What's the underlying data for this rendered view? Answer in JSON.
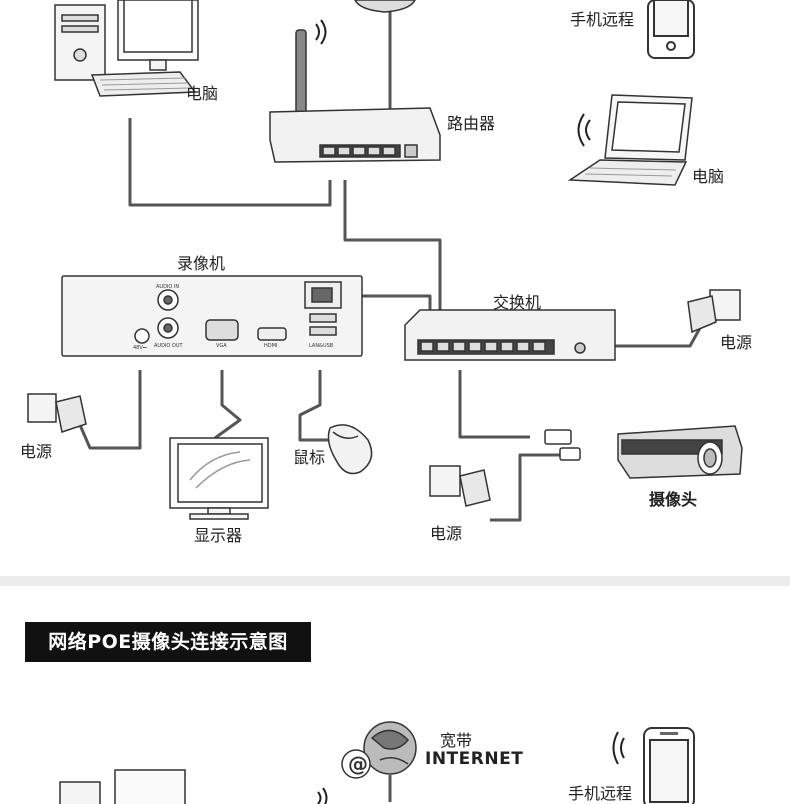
{
  "top_diagram": {
    "labels": {
      "pc_top": "电脑",
      "router": "路由器",
      "phone_remote": "手机远程",
      "laptop": "电脑",
      "nvr": "录像机",
      "switch": "交换机",
      "power_right": "电源",
      "power_left": "电源",
      "mouse": "鼠标",
      "monitor": "显示器",
      "camera": "摄像头",
      "power_bottom": "电源"
    },
    "nvr_ports": {
      "audio_in": "AUDIO IN",
      "audio_out": "AUDIO OUT",
      "dc": "48V⎓",
      "vga": "VGA",
      "hdmi": "HDMI",
      "lan_usb": "LAN&USB"
    }
  },
  "section_title": "网络POE摄像头连接示意图",
  "bottom_diagram": {
    "labels": {
      "broadband": "宽带",
      "internet": "INTERNET",
      "phone_remote": "手机远程"
    }
  }
}
